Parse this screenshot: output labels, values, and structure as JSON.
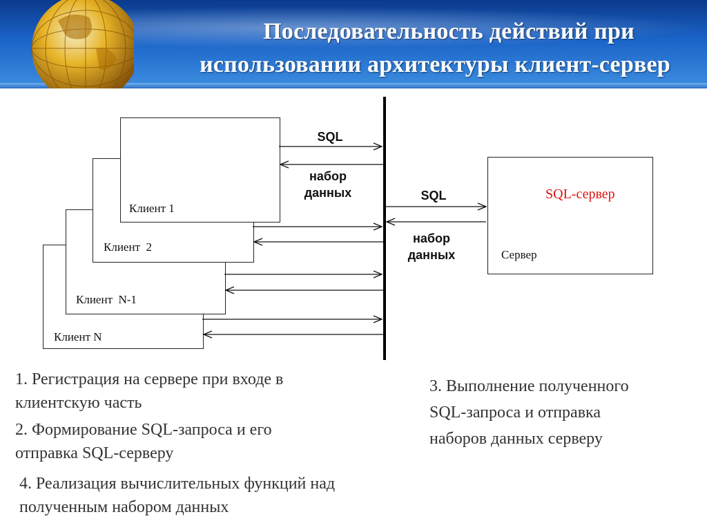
{
  "header": {
    "title_line1": "Последовательность действий при",
    "title_line2": "использовании архитектуры клиент-сервер"
  },
  "diagram": {
    "clients": [
      "Клиент 1",
      "Клиент  2",
      "Клиент  N-1",
      "Клиент N"
    ],
    "arrow_sql_label": "SQL",
    "arrow_data_label_line1": "набор",
    "arrow_data_label_line2": "данных",
    "server_sql_label": "SQL-сервер",
    "server_label": "Сервер",
    "server_sql_color": "#e01010"
  },
  "notes": {
    "step1_line1": "1. Регистрация на сервере при входе в",
    "step1_line2": "клиентскую часть",
    "step2_line1": "2. Формирование SQL-запроса и его",
    "step2_line2": "отправка SQL-серверу",
    "step3_line1": "3. Выполнение полученного",
    "step3_line2": "SQL-запроса и отправка",
    "step3_line3": "наборов данных серверу",
    "step4_line1": "4. Реализация вычислительных функций над",
    "step4_line2": "полученным набором данных"
  }
}
